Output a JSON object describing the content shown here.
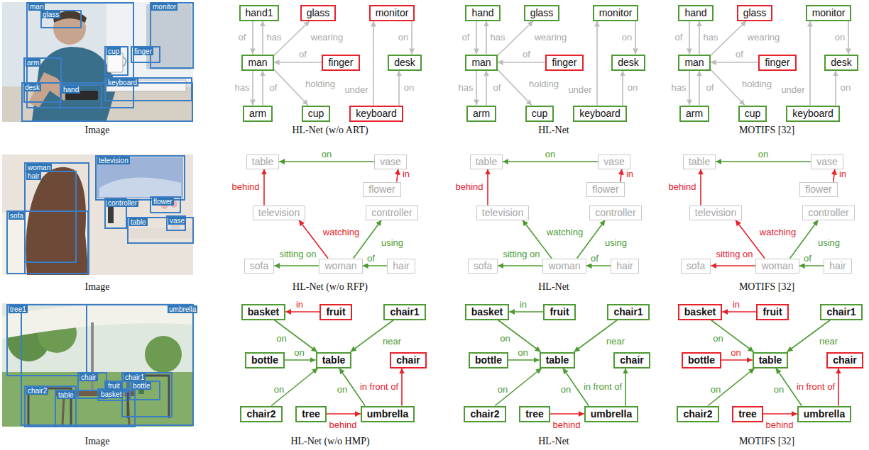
{
  "diagram": {
    "nodes": [
      {
        "text": [
          "hand1"
        ]
      },
      {
        "text": [
          "glass"
        ]
      },
      {
        "text": [
          "monitor"
        ]
      },
      {
        "text": [
          "man"
        ]
      },
      {
        "text": [
          "finger"
        ]
      },
      {
        "text": [
          "desk"
        ]
      },
      {
        "text": [
          "arm"
        ]
      },
      {
        "text": [
          "cup"
        ]
      },
      {
        "text": [
          "keyboard"
        ]
      },
      {
        "text": [
          "hand"
        ]
      },
      {
        "text": [
          "glass"
        ]
      },
      {
        "text": [
          "monitor"
        ]
      },
      {
        "text": [
          "man"
        ]
      },
      {
        "text": [
          "finger"
        ]
      },
      {
        "text": [
          "desk"
        ]
      },
      {
        "text": [
          "arm"
        ]
      },
      {
        "text": [
          "cup"
        ]
      },
      {
        "text": [
          "keyboard"
        ]
      },
      {
        "text": [
          "hand"
        ]
      },
      {
        "text": [
          "glass"
        ]
      },
      {
        "text": [
          "monitor"
        ]
      },
      {
        "text": [
          "man"
        ]
      },
      {
        "text": [
          "finger"
        ]
      },
      {
        "text": [
          "desk"
        ]
      },
      {
        "text": [
          "arm"
        ]
      },
      {
        "text": [
          "cup"
        ]
      },
      {
        "text": [
          "keyboard"
        ]
      },
      {
        "text": [
          "table"
        ]
      },
      {
        "text": [
          "vase"
        ]
      },
      {
        "text": [
          "flower"
        ]
      },
      {
        "text": [
          "television"
        ]
      },
      {
        "text": [
          "controller"
        ]
      },
      {
        "text": [
          "sofa"
        ]
      },
      {
        "text": [
          "woman"
        ]
      },
      {
        "text": [
          "hair"
        ]
      },
      {
        "text": [
          "table"
        ]
      },
      {
        "text": [
          "vase"
        ]
      },
      {
        "text": [
          "flower"
        ]
      },
      {
        "text": [
          "television"
        ]
      },
      {
        "text": [
          "controller"
        ]
      },
      {
        "text": [
          "sofa"
        ]
      },
      {
        "text": [
          "woman"
        ]
      },
      {
        "text": [
          "hair"
        ]
      },
      {
        "text": [
          "table"
        ]
      },
      {
        "text": [
          "vase"
        ]
      },
      {
        "text": [
          "flower"
        ]
      },
      {
        "text": [
          "television"
        ]
      },
      {
        "text": [
          "controller"
        ]
      },
      {
        "text": [
          "sofa"
        ]
      },
      {
        "text": [
          "woman"
        ]
      },
      {
        "text": [
          "hair"
        ]
      },
      {
        "text": [
          "basket"
        ]
      },
      {
        "text": [
          "fruit"
        ]
      },
      {
        "text": [
          "chair1"
        ]
      },
      {
        "text": [
          "bottle"
        ]
      },
      {
        "text": [
          "table"
        ]
      },
      {
        "text": [
          "chair"
        ]
      },
      {
        "text": [
          "chair2"
        ]
      },
      {
        "text": [
          "tree"
        ]
      },
      {
        "text": [
          "umbrella"
        ]
      },
      {
        "text": [
          "basket"
        ]
      },
      {
        "text": [
          "fruit"
        ]
      },
      {
        "text": [
          "chair1"
        ]
      },
      {
        "text": [
          "bottle"
        ]
      },
      {
        "text": [
          "table"
        ]
      },
      {
        "text": [
          "chair"
        ]
      },
      {
        "text": [
          "chair2"
        ]
      },
      {
        "text": [
          "tree"
        ]
      },
      {
        "text": [
          "umbrella"
        ]
      },
      {
        "text": [
          "basket"
        ]
      },
      {
        "text": [
          "fruit"
        ]
      },
      {
        "text": [
          "chair1"
        ]
      },
      {
        "text": [
          "bottle"
        ]
      },
      {
        "text": [
          "table"
        ]
      },
      {
        "text": [
          "chair"
        ]
      },
      {
        "text": [
          "chair2"
        ]
      },
      {
        "text": [
          "tree"
        ]
      },
      {
        "text": [
          "umbrella"
        ]
      }
    ],
    "edges": [
      {
        "from": 0,
        "to": 3,
        "arrow": "to",
        "label": "of"
      },
      {
        "from": 3,
        "to": 0,
        "arrow": "to",
        "label": "has"
      },
      {
        "from": 3,
        "to": 1,
        "arrow": "to",
        "label": "wearing"
      },
      {
        "from": 4,
        "to": 3,
        "arrow": "to",
        "label": "of"
      },
      {
        "from": 3,
        "to": 7,
        "arrow": "to",
        "label": "holding"
      },
      {
        "from": 8,
        "to": 2,
        "arrow": "to",
        "label": "under"
      },
      {
        "from": 2,
        "to": 5,
        "arrow": "to",
        "label": "on"
      },
      {
        "from": 8,
        "to": 5,
        "arrow": "to",
        "label": "on"
      },
      {
        "from": 3,
        "to": 6,
        "arrow": "to",
        "label": "has"
      },
      {
        "from": 6,
        "to": 3,
        "arrow": "to",
        "label": "of"
      },
      {
        "from": 9,
        "to": 12,
        "arrow": "to",
        "label": "of"
      },
      {
        "from": 12,
        "to": 9,
        "arrow": "to",
        "label": "has"
      },
      {
        "from": 12,
        "to": 10,
        "arrow": "to",
        "label": "wearing"
      },
      {
        "from": 13,
        "to": 12,
        "arrow": "to",
        "label": "of"
      },
      {
        "from": 12,
        "to": 16,
        "arrow": "to",
        "label": "holding"
      },
      {
        "from": 17,
        "to": 11,
        "arrow": "to",
        "label": "under"
      },
      {
        "from": 11,
        "to": 14,
        "arrow": "to",
        "label": "on"
      },
      {
        "from": 17,
        "to": 14,
        "arrow": "to",
        "label": "on"
      },
      {
        "from": 12,
        "to": 15,
        "arrow": "to",
        "label": "has"
      },
      {
        "from": 15,
        "to": 12,
        "arrow": "to",
        "label": "of"
      },
      {
        "from": 18,
        "to": 21,
        "arrow": "to",
        "label": "of"
      },
      {
        "from": 21,
        "to": 18,
        "arrow": "to",
        "label": "has"
      },
      {
        "from": 21,
        "to": 19,
        "arrow": "to",
        "label": "wearing"
      },
      {
        "from": 22,
        "to": 21,
        "arrow": "to",
        "label": "of"
      },
      {
        "from": 21,
        "to": 25,
        "arrow": "to",
        "label": "holding"
      },
      {
        "from": 26,
        "to": 20,
        "arrow": "to",
        "label": "under"
      },
      {
        "from": 20,
        "to": 23,
        "arrow": "to",
        "label": "on"
      },
      {
        "from": 26,
        "to": 23,
        "arrow": "to",
        "label": "on"
      },
      {
        "from": 21,
        "to": 24,
        "arrow": "to",
        "label": "has"
      },
      {
        "from": 24,
        "to": 21,
        "arrow": "to",
        "label": "of"
      },
      {
        "from": 28,
        "to": 27,
        "arrow": "to",
        "label": "on"
      },
      {
        "from": 29,
        "to": 28,
        "arrow": "to",
        "label": "in"
      },
      {
        "from": 30,
        "to": 27,
        "arrow": "to",
        "label": "behind"
      },
      {
        "from": 33,
        "to": 30,
        "arrow": "to",
        "label": "watching"
      },
      {
        "from": 33,
        "to": 31,
        "arrow": "to",
        "label": "using"
      },
      {
        "from": 33,
        "to": 32,
        "arrow": "to",
        "label": "sitting on"
      },
      {
        "from": 34,
        "to": 33,
        "arrow": "to",
        "label": "of"
      },
      {
        "from": 36,
        "to": 35,
        "arrow": "to",
        "label": "on"
      },
      {
        "from": 37,
        "to": 36,
        "arrow": "to",
        "label": "in"
      },
      {
        "from": 38,
        "to": 35,
        "arrow": "to",
        "label": "behind"
      },
      {
        "from": 41,
        "to": 38,
        "arrow": "to",
        "label": "watching"
      },
      {
        "from": 41,
        "to": 39,
        "arrow": "to",
        "label": "using"
      },
      {
        "from": 41,
        "to": 40,
        "arrow": "to",
        "label": "sitting on"
      },
      {
        "from": 42,
        "to": 41,
        "arrow": "to",
        "label": "of"
      },
      {
        "from": 44,
        "to": 43,
        "arrow": "to",
        "label": "on"
      },
      {
        "from": 45,
        "to": 44,
        "arrow": "to",
        "label": "in"
      },
      {
        "from": 46,
        "to": 43,
        "arrow": "to",
        "label": "behind"
      },
      {
        "from": 49,
        "to": 46,
        "arrow": "to",
        "label": "watching"
      },
      {
        "from": 49,
        "to": 47,
        "arrow": "to",
        "label": "using"
      },
      {
        "from": 49,
        "to": 48,
        "arrow": "to",
        "label": "sitting on"
      },
      {
        "from": 50,
        "to": 49,
        "arrow": "to",
        "label": "of"
      },
      {
        "from": 52,
        "to": 51,
        "arrow": "to",
        "label": "in"
      },
      {
        "from": 51,
        "to": 55,
        "arrow": "to",
        "label": "on"
      },
      {
        "from": 53,
        "to": 55,
        "arrow": "to",
        "label": "near"
      },
      {
        "from": 54,
        "to": 55,
        "arrow": "to",
        "label": "on"
      },
      {
        "from": 59,
        "to": 56,
        "arrow": "to",
        "label": "in front of"
      },
      {
        "from": 57,
        "to": 55,
        "arrow": "to",
        "label": "on"
      },
      {
        "from": 59,
        "to": 55,
        "arrow": "to",
        "label": "on"
      },
      {
        "from": 58,
        "to": 59,
        "arrow": "to",
        "label": "behind"
      },
      {
        "from": 61,
        "to": 60,
        "arrow": "to",
        "label": "in"
      },
      {
        "from": 60,
        "to": 64,
        "arrow": "to",
        "label": "on"
      },
      {
        "from": 62,
        "to": 64,
        "arrow": "to",
        "label": "near"
      },
      {
        "from": 63,
        "to": 64,
        "arrow": "to",
        "label": "on"
      },
      {
        "from": 68,
        "to": 65,
        "arrow": "to",
        "label": "in front of"
      },
      {
        "from": 66,
        "to": 64,
        "arrow": "to",
        "label": "on"
      },
      {
        "from": 68,
        "to": 64,
        "arrow": "to",
        "label": "on"
      },
      {
        "from": 67,
        "to": 68,
        "arrow": "to",
        "label": "behind"
      },
      {
        "from": 70,
        "to": 69,
        "arrow": "to",
        "label": "in"
      },
      {
        "from": 69,
        "to": 73,
        "arrow": "to",
        "label": "on"
      },
      {
        "from": 71,
        "to": 73,
        "arrow": "to",
        "label": "near"
      },
      {
        "from": 72,
        "to": 73,
        "arrow": "to",
        "label": "on"
      },
      {
        "from": 77,
        "to": 74,
        "arrow": "to",
        "label": "in front of"
      },
      {
        "from": 75,
        "to": 73,
        "arrow": "to",
        "label": "on"
      },
      {
        "from": 77,
        "to": 73,
        "arrow": "to",
        "label": "on"
      },
      {
        "from": 76,
        "to": 77,
        "arrow": "to",
        "label": "behind"
      }
    ],
    "labels": [
      "man",
      "glass",
      "monitor",
      "cup",
      "finger",
      "arm",
      "desk",
      "hand",
      "keyboard",
      "Image",
      "HL-Net (w/o ART)",
      "HL-Net",
      "MOTIFS [32]",
      "woman",
      "hair",
      "television",
      "controller",
      "flower",
      "sofa",
      "table",
      "vase",
      "Image",
      "HL-Net (w/o RFP)",
      "HL-Net",
      "MOTIFS [32]",
      "tree1",
      "umbrella",
      "chair",
      "chair1",
      "fruit",
      "bottle",
      "chair2",
      "table",
      "basket",
      "Image",
      "HL-Net (w/o HMP)",
      "HL-Net",
      "MOTIFS [32]"
    ]
  }
}
